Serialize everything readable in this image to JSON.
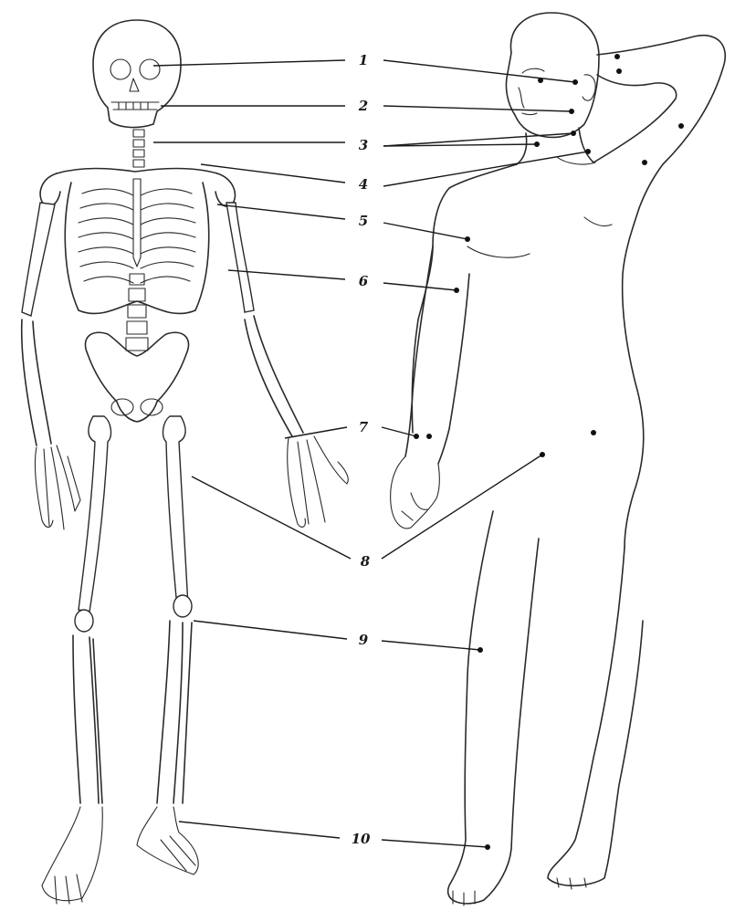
{
  "diagram": {
    "labels": [
      {
        "id": "1",
        "text": "1"
      },
      {
        "id": "2",
        "text": "2"
      },
      {
        "id": "3",
        "text": "3"
      },
      {
        "id": "4",
        "text": "4"
      },
      {
        "id": "5",
        "text": "5"
      },
      {
        "id": "6",
        "text": "6"
      },
      {
        "id": "7",
        "text": "7"
      },
      {
        "id": "8",
        "text": "8"
      },
      {
        "id": "9",
        "text": "9"
      },
      {
        "id": "10",
        "text": "10"
      }
    ]
  },
  "colors": {
    "line": "#2a2a2a",
    "background": "#ffffff",
    "dot": "#111111"
  }
}
